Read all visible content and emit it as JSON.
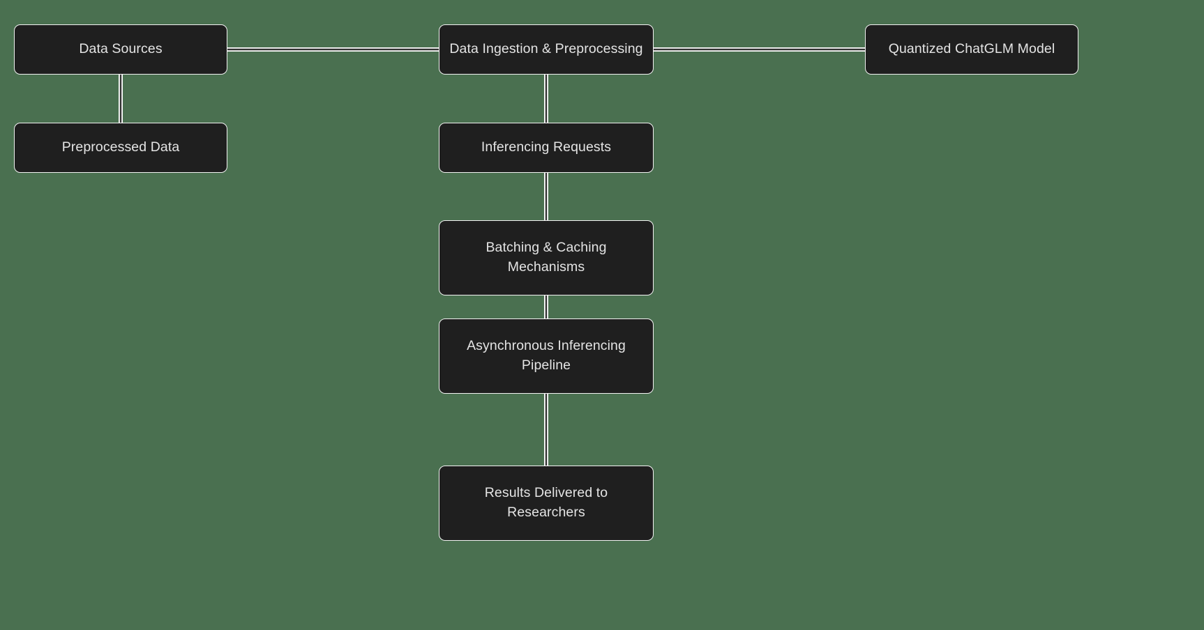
{
  "diagram": {
    "type": "flowchart",
    "direction": "top-down",
    "background_color": "#4a7050",
    "node_fill_color": "#1f1f1f",
    "node_border_color": "#f2f2f2",
    "node_text_color": "#e4e4e4",
    "edge_color": "#333333",
    "edge_halo_color": "#ffffff",
    "nodes": [
      {
        "id": "data-sources",
        "label": "Data Sources"
      },
      {
        "id": "data-ingestion",
        "label": "Data Ingestion & Preprocessing"
      },
      {
        "id": "quantized-model",
        "label": "Quantized ChatGLM Model"
      },
      {
        "id": "preprocessed-data",
        "label": "Preprocessed Data"
      },
      {
        "id": "inferencing-requests",
        "label": "Inferencing Requests"
      },
      {
        "id": "batching-caching",
        "label": "Batching & Caching\nMechanisms"
      },
      {
        "id": "async-pipeline",
        "label": "Asynchronous Inferencing\nPipeline"
      },
      {
        "id": "results-delivered",
        "label": "Results Delivered to\nResearchers"
      }
    ],
    "edges": [
      {
        "from": "data-sources",
        "to": "data-ingestion"
      },
      {
        "from": "data-ingestion",
        "to": "quantized-model"
      },
      {
        "from": "data-sources",
        "to": "preprocessed-data"
      },
      {
        "from": "data-ingestion",
        "to": "inferencing-requests"
      },
      {
        "from": "inferencing-requests",
        "to": "batching-caching"
      },
      {
        "from": "batching-caching",
        "to": "async-pipeline"
      },
      {
        "from": "async-pipeline",
        "to": "results-delivered"
      }
    ]
  }
}
